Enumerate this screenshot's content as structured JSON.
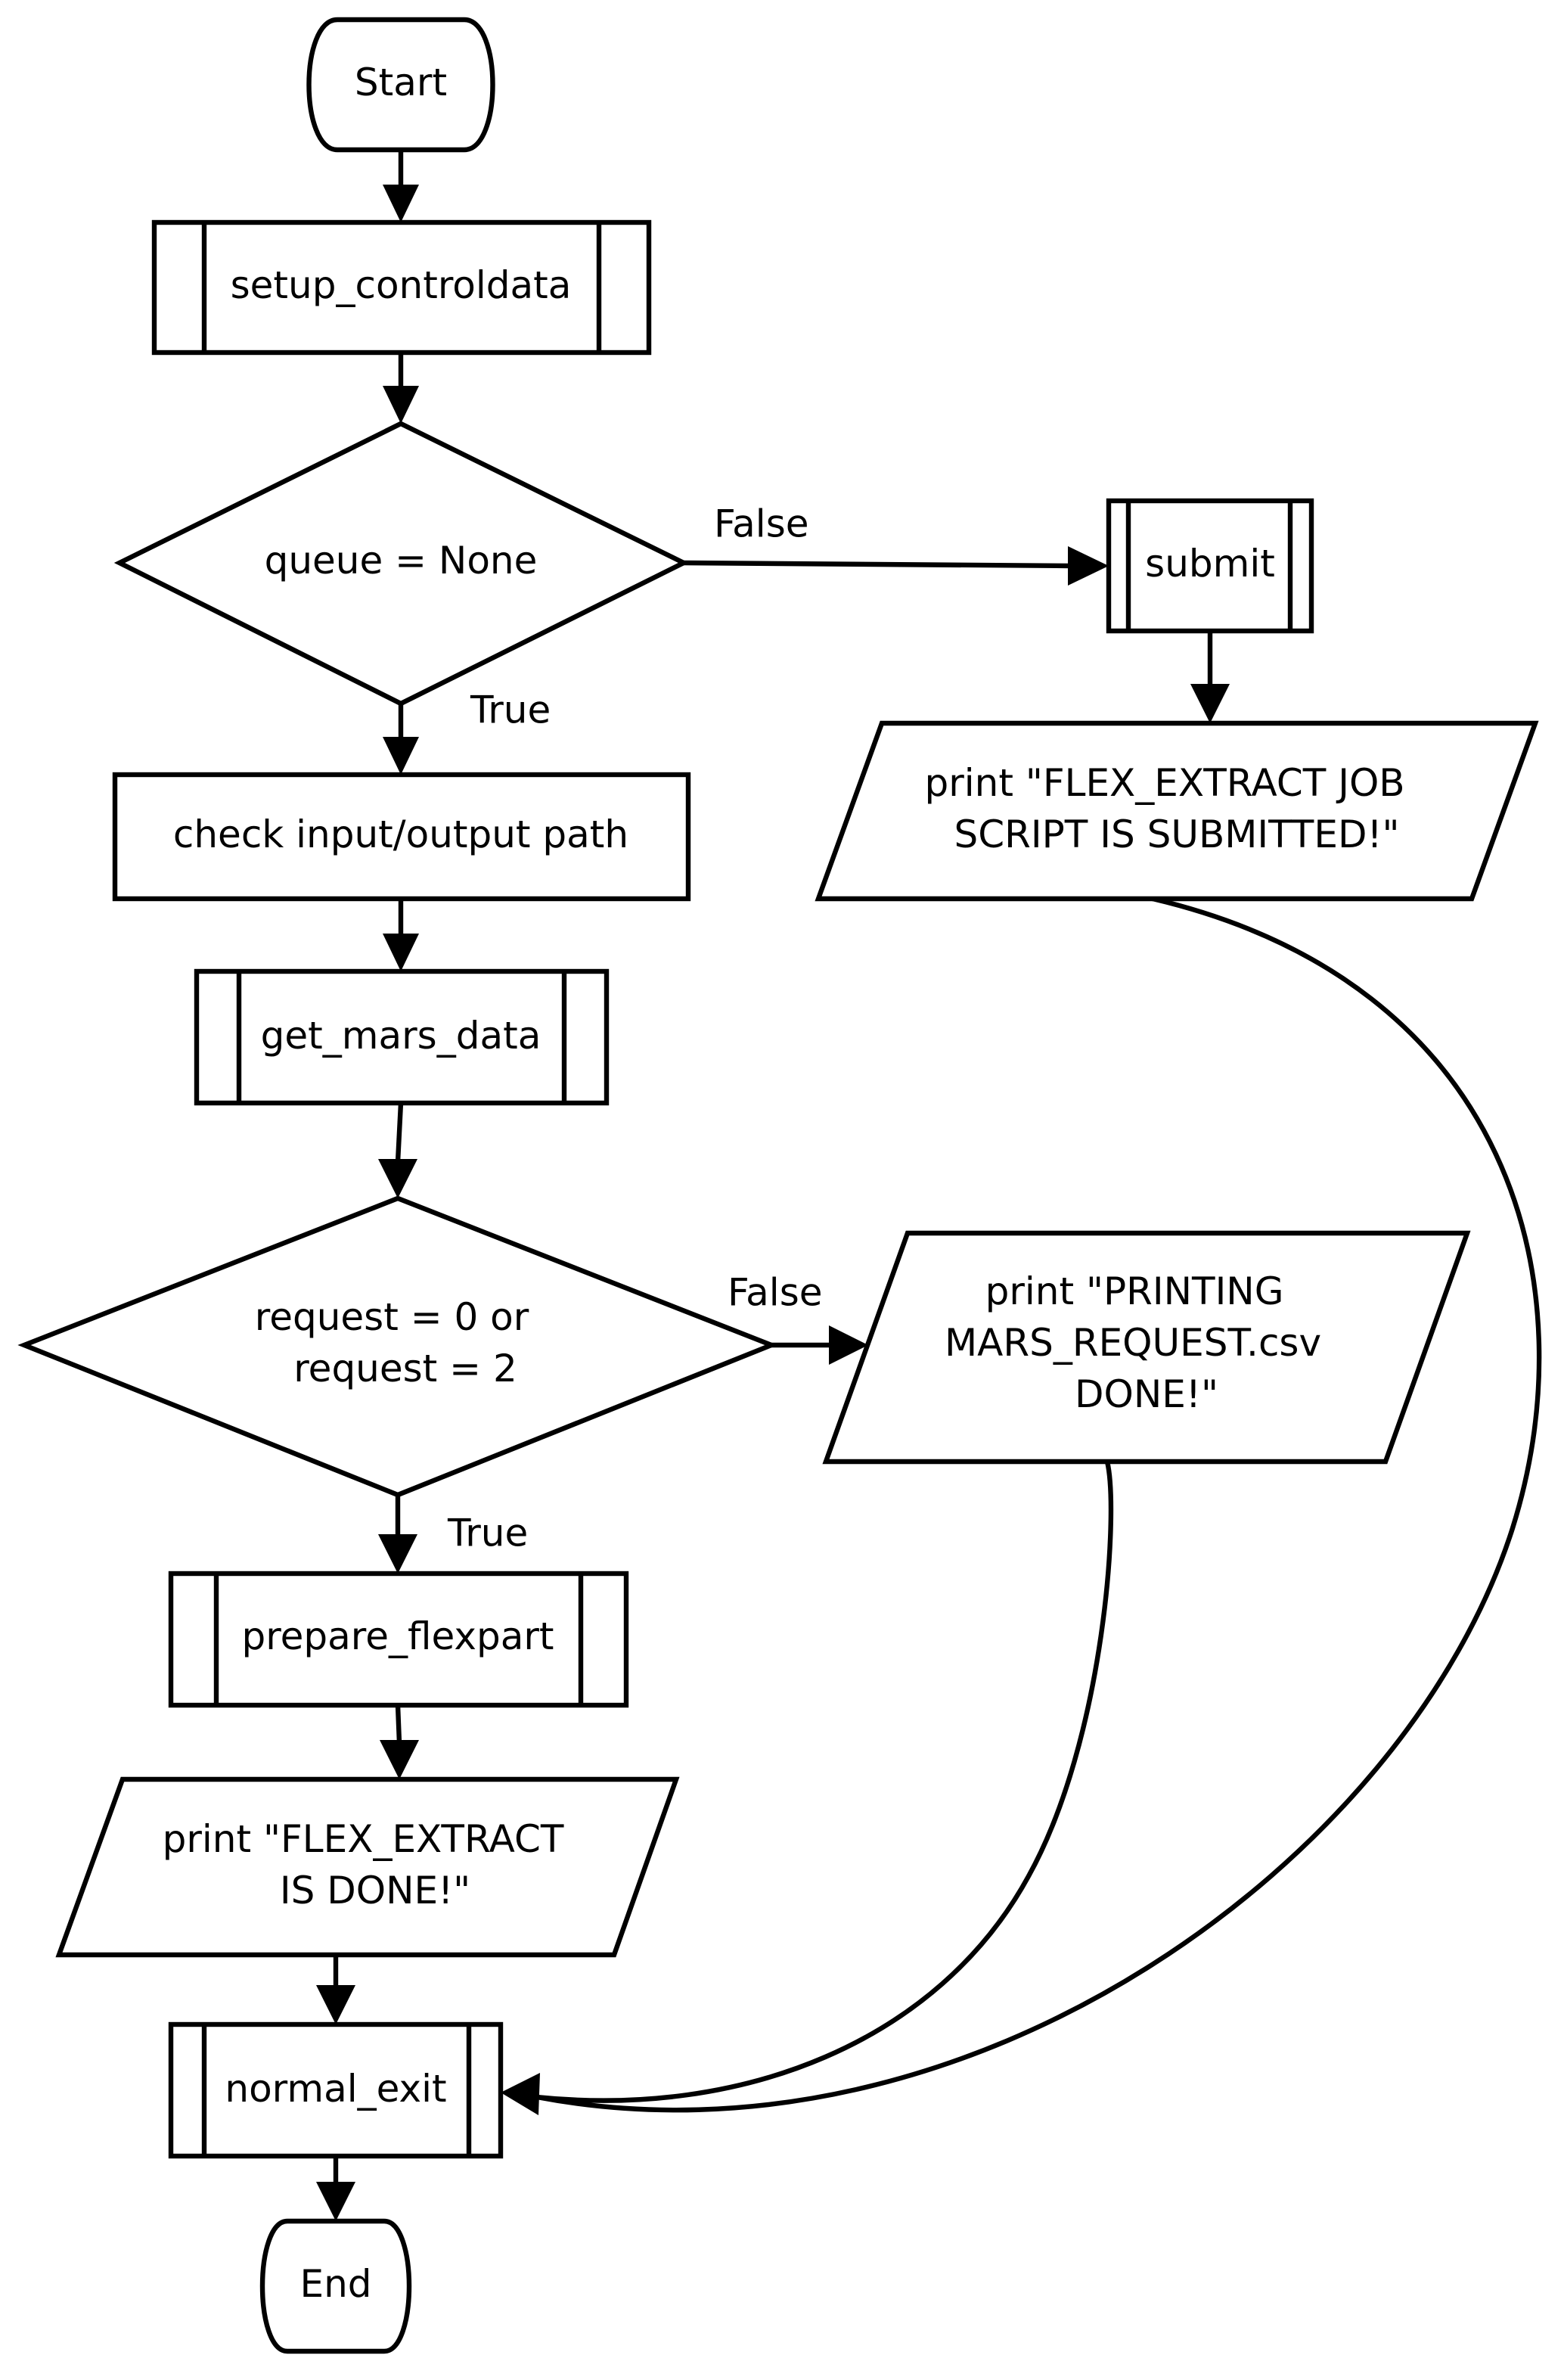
{
  "diagram": {
    "type": "flowchart",
    "nodes": {
      "start": {
        "label": [
          "Start"
        ],
        "kind": "terminal"
      },
      "setup_controldata": {
        "label": [
          "setup_controldata"
        ],
        "kind": "subroutine"
      },
      "queue_check": {
        "label": [
          "queue = None"
        ],
        "kind": "decision"
      },
      "submit": {
        "label": [
          "submit"
        ],
        "kind": "subroutine"
      },
      "print_submitted": {
        "label": [
          "print \"FLEX_EXTRACT JOB",
          "SCRIPT IS SUBMITTED!\""
        ],
        "kind": "io"
      },
      "check_paths": {
        "label": [
          "check input/output path"
        ],
        "kind": "process"
      },
      "get_mars_data": {
        "label": [
          "get_mars_data"
        ],
        "kind": "subroutine"
      },
      "request_check": {
        "label": [
          "request = 0 or",
          "request = 2"
        ],
        "kind": "decision"
      },
      "print_mars_request": {
        "label": [
          "print \"PRINTING",
          "MARS_REQUEST.csv",
          "DONE!\""
        ],
        "kind": "io"
      },
      "prepare_flexpart": {
        "label": [
          "prepare_flexpart"
        ],
        "kind": "subroutine"
      },
      "print_done": {
        "label": [
          "print \"FLEX_EXTRACT",
          "IS DONE!\""
        ],
        "kind": "io"
      },
      "normal_exit": {
        "label": [
          "normal_exit"
        ],
        "kind": "subroutine"
      },
      "end": {
        "label": [
          "End"
        ],
        "kind": "terminal"
      }
    },
    "edges": [
      {
        "from": "start",
        "to": "setup_controldata",
        "label": ""
      },
      {
        "from": "setup_controldata",
        "to": "queue_check",
        "label": ""
      },
      {
        "from": "queue_check",
        "to": "submit",
        "label": "False"
      },
      {
        "from": "queue_check",
        "to": "check_paths",
        "label": "True"
      },
      {
        "from": "submit",
        "to": "print_submitted",
        "label": ""
      },
      {
        "from": "print_submitted",
        "to": "normal_exit",
        "label": ""
      },
      {
        "from": "check_paths",
        "to": "get_mars_data",
        "label": ""
      },
      {
        "from": "get_mars_data",
        "to": "request_check",
        "label": ""
      },
      {
        "from": "request_check",
        "to": "print_mars_request",
        "label": "False"
      },
      {
        "from": "request_check",
        "to": "prepare_flexpart",
        "label": "True"
      },
      {
        "from": "print_mars_request",
        "to": "normal_exit",
        "label": ""
      },
      {
        "from": "prepare_flexpart",
        "to": "print_done",
        "label": ""
      },
      {
        "from": "print_done",
        "to": "normal_exit",
        "label": ""
      },
      {
        "from": "normal_exit",
        "to": "end",
        "label": ""
      }
    ],
    "edge_labels": {
      "queue_false": "False",
      "queue_true": "True",
      "request_false": "False",
      "request_true": "True"
    }
  }
}
